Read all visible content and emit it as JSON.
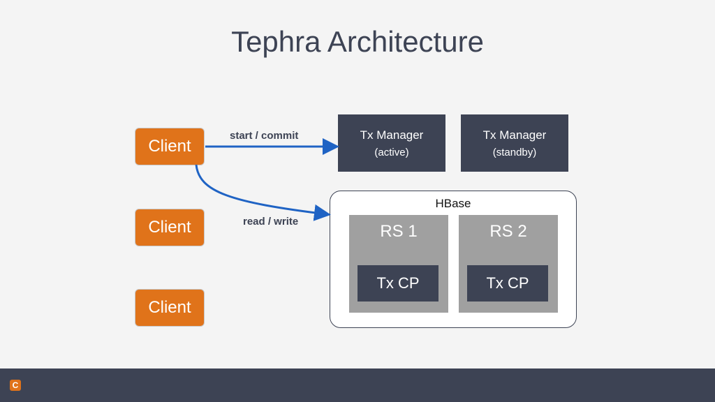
{
  "title": "Tephra Architecture",
  "clients": [
    "Client",
    "Client",
    "Client"
  ],
  "tx_managers": [
    {
      "name": "Tx Manager",
      "state": "(active)"
    },
    {
      "name": "Tx Manager",
      "state": "(standby)"
    }
  ],
  "hbase": {
    "label": "HBase",
    "region_servers": [
      {
        "label": "RS 1",
        "coprocessor": "Tx CP"
      },
      {
        "label": "RS 2",
        "coprocessor": "Tx CP"
      }
    ]
  },
  "edges": {
    "start_commit": "start / commit",
    "read_write": "read / write"
  },
  "colors": {
    "client": "#e0731a",
    "dark": "#3d4354",
    "region_server": "#a0a0a0",
    "arrow": "#1f63c4"
  },
  "footer": {
    "logo": "C"
  }
}
